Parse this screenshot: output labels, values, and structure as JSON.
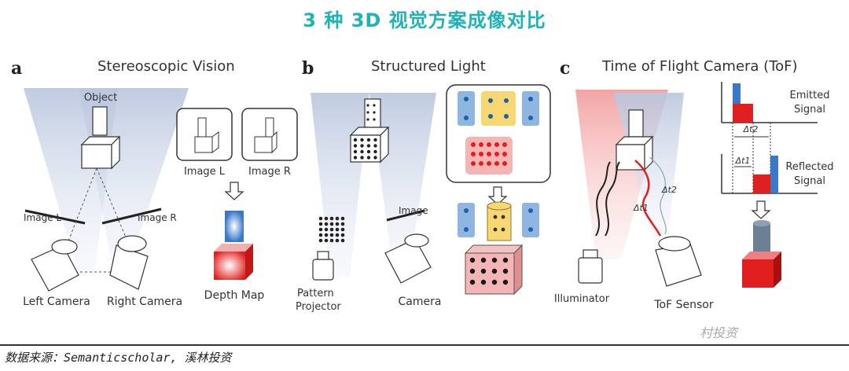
{
  "title": "3 种 3D 视觉方案成像对比",
  "panels": {
    "a": {
      "letter": "a",
      "title": "Stereoscopic Vision",
      "object": "Object",
      "image_l_plane": "Image L",
      "image_r_plane": "Image R",
      "image_l_box": "Image L",
      "image_r_box": "Image R",
      "left_camera": "Left Camera",
      "right_camera": "Right Camera",
      "depth_map": "Depth Map"
    },
    "b": {
      "letter": "b",
      "title": "Structured Light",
      "image": "Image",
      "pattern_projector_line1": "Pattern",
      "pattern_projector_line2": "Projector",
      "camera": "Camera"
    },
    "c": {
      "letter": "c",
      "title": "Time of Flight Camera (ToF)",
      "emitted_line1": "Emitted",
      "emitted_line2": "Signal",
      "reflected_line1": "Reflected",
      "reflected_line2": "Signal",
      "dt2_top": "Δt2",
      "dt1_mid": "Δt1",
      "dt2_path": "Δt2",
      "dt1_path": "Δt1",
      "illuminator": "Illuminator",
      "tof_sensor": "ToF Sensor"
    }
  },
  "source": "数据来源：Semanticscholar, 溪林投资",
  "watermark": "村投资",
  "colors": {
    "title": "#1fb3b7",
    "red": "#e0201e",
    "blue": "#3b78c8",
    "yellow": "#f3cf55",
    "cone": "#c9d3e6"
  }
}
